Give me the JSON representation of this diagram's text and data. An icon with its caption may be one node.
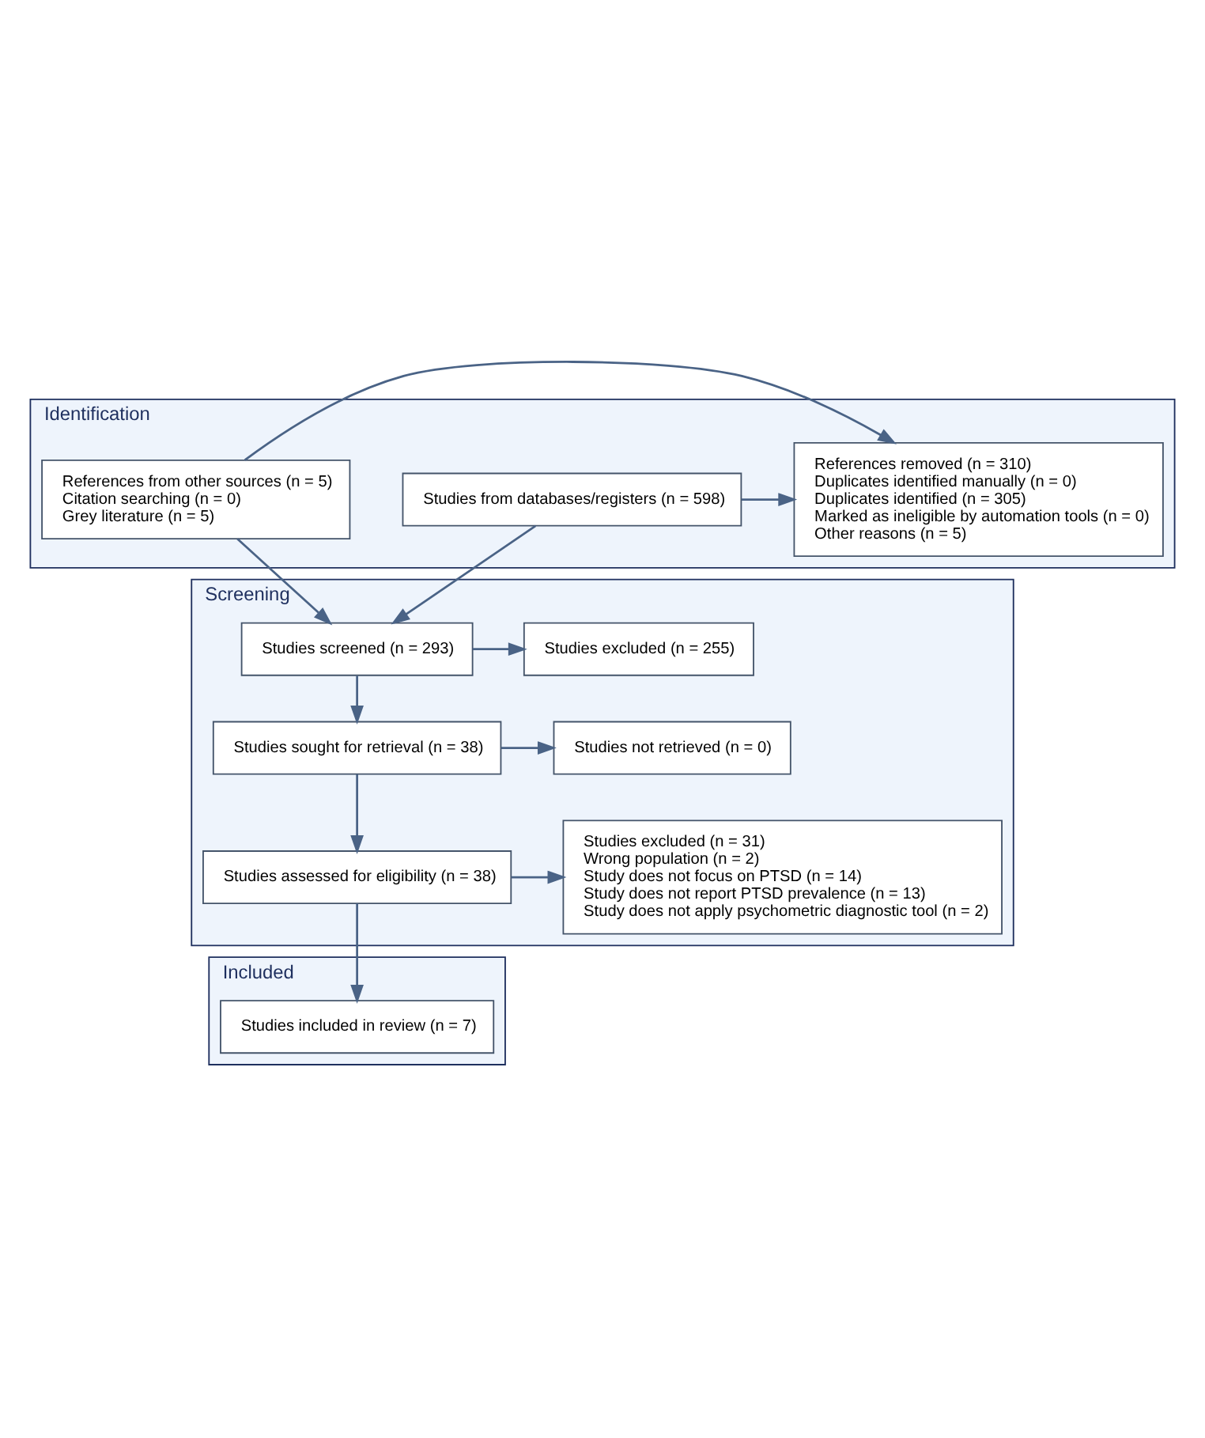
{
  "diagram": {
    "nodes": [
      {
        "text": [
          "Identification"
        ]
      },
      {
        "text": [
          "Studies from databases/registers (n = 598)"
        ],
        "in": 0
      },
      {
        "text": [
          "References from other sources (n = 5)",
          "Citation searching (n = 0)",
          "Grey literature (n = 5)"
        ],
        "in": 0
      },
      {
        "text": [
          "References removed (n = 310)",
          "Duplicates identified manually (n = 0)",
          "Duplicates identified (n = 305)",
          "Marked as ineligible by automation tools (n = 0)",
          "Other reasons (n = 5)"
        ],
        "in": 0
      },
      {
        "text": [
          "Screening"
        ]
      },
      {
        "text": [
          "Studies screened (n = 293)"
        ],
        "in": 4
      },
      {
        "text": [
          "Studies excluded (n = 255)"
        ],
        "in": 4
      },
      {
        "text": [
          "Studies sought for retrieval (n = 38)"
        ],
        "in": 4
      },
      {
        "text": [
          "Studies not retrieved (n = 0)"
        ],
        "in": 4
      },
      {
        "text": [
          "Studies assessed for eligibility (n = 38)"
        ],
        "in": 4
      },
      {
        "text": [
          "Studies excluded (n = 31)",
          "Wrong population (n = 2)",
          "Study does not focus on PTSD (n = 14)",
          "Study does not report PTSD prevalence (n = 13)",
          "Study does not apply psychometric diagnostic tool (n = 2)"
        ],
        "in": 4
      },
      {
        "text": [
          "Included"
        ]
      },
      {
        "text": [
          "Studies included in review (n = 7)"
        ],
        "in": 11
      }
    ],
    "edges": [
      {
        "from": 1,
        "to": 3,
        "arrow": "to"
      },
      {
        "from": 2,
        "to": 3,
        "arrow": "to"
      },
      {
        "from": 1,
        "to": 5,
        "arrow": "to"
      },
      {
        "from": 2,
        "to": 5,
        "arrow": "to"
      },
      {
        "from": 5,
        "to": 6,
        "arrow": "to"
      },
      {
        "from": 5,
        "to": 7,
        "arrow": "to"
      },
      {
        "from": 7,
        "to": 8,
        "arrow": "to"
      },
      {
        "from": 7,
        "to": 9,
        "arrow": "to"
      },
      {
        "from": 9,
        "to": 10,
        "arrow": "to"
      },
      {
        "from": 9,
        "to": 12,
        "arrow": "to"
      }
    ]
  }
}
